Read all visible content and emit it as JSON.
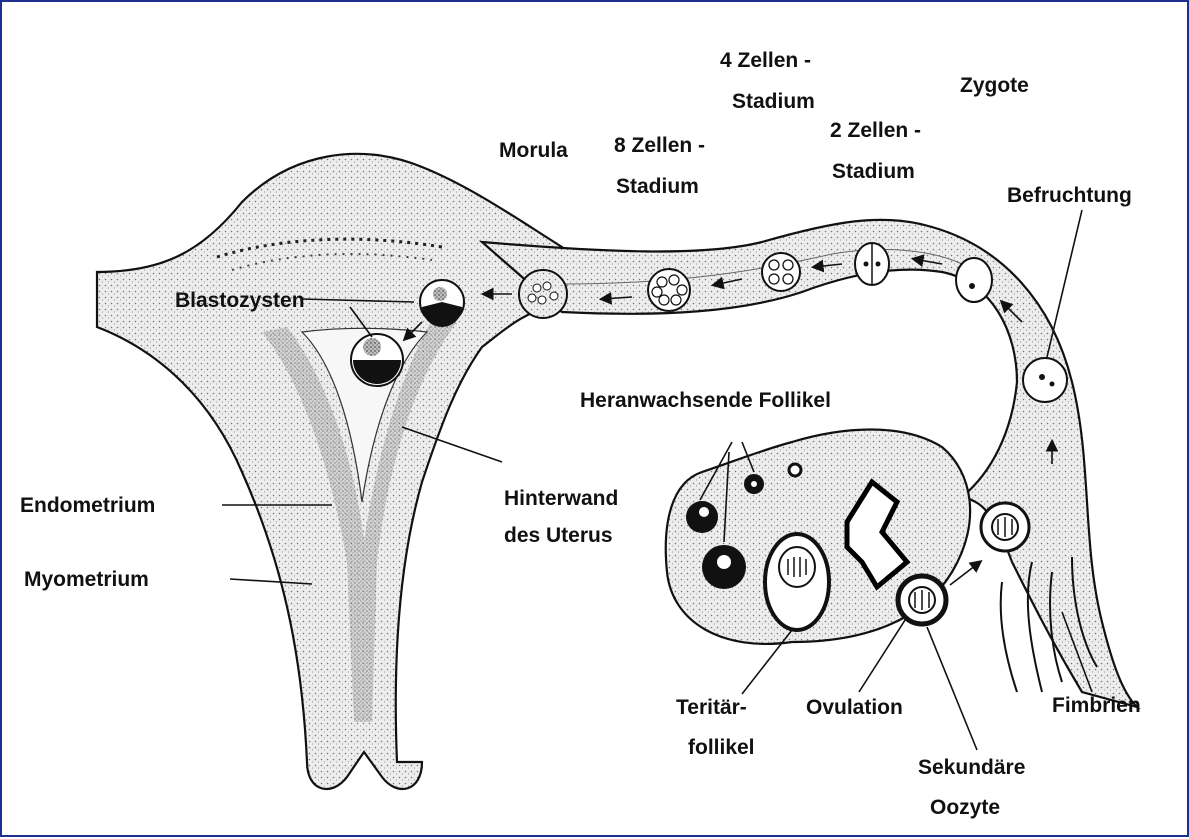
{
  "colors": {
    "frame_border": "#1f2f8f",
    "ink": "#111111",
    "stipple_fill": "#e6e6e6",
    "dense_fill": "#c4c4c4",
    "background": "#ffffff"
  },
  "labels": {
    "zygote": "Zygote",
    "befruchtung": "Befruchtung",
    "stage2_line1": "2 Zellen -",
    "stage2_line2": "Stadium",
    "stage4_line1": "4 Zellen -",
    "stage4_line2": "Stadium",
    "stage8_line1": "8 Zellen -",
    "stage8_line2": "Stadium",
    "morula": "Morula",
    "blastozysten": "Blastozysten",
    "heranwachsende": "Heranwachsende Follikel",
    "hinterwand_line1": "Hinterwand",
    "hinterwand_line2": "des Uterus",
    "endometrium": "Endometrium",
    "myometrium": "Myometrium",
    "teritaer_line1": "Teritär-",
    "teritaer_line2": "follikel",
    "ovulation": "Ovulation",
    "fimbrien": "Fimbrien",
    "sekundaere_line1": "Sekundäre",
    "sekundaere_line2": "Oozyte"
  }
}
